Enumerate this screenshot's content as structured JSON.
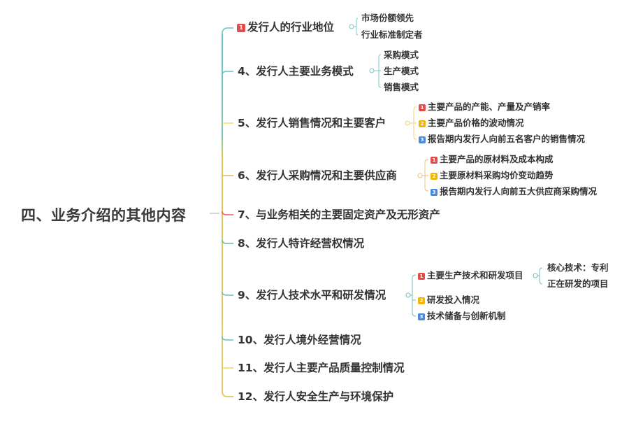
{
  "root": {
    "label": "四、业务介绍的其他内容"
  },
  "colors": {
    "spine_top": "#6cc3c0",
    "spine_bottom": "#e8c75a",
    "badge_1": "#e24c4b",
    "badge_2": "#f4b400",
    "badge_3": "#4a89dc"
  },
  "branches": [
    {
      "label": "发行人的行业地位",
      "badge": "1",
      "children": [
        {
          "label": "市场份额领先"
        },
        {
          "label": "行业标准制定者"
        }
      ]
    },
    {
      "label": "4、发行人主要业务模式",
      "children": [
        {
          "label": "采购模式"
        },
        {
          "label": "生产模式"
        },
        {
          "label": "销售模式"
        }
      ]
    },
    {
      "label": "5、发行人销售情况和主要客户",
      "children": [
        {
          "label": "主要产品的产能、产量及产销率",
          "badge": "1"
        },
        {
          "label": "主要产品价格的波动情况",
          "badge": "2"
        },
        {
          "label": "报告期内发行人向前五名客户的销售情况",
          "badge": "3"
        }
      ]
    },
    {
      "label": "6、发行人采购情况和主要供应商",
      "children": [
        {
          "label": "主要产品的原材料及成本构成",
          "badge": "1"
        },
        {
          "label": "主要原材料采购均价变动趋势",
          "badge": "2"
        },
        {
          "label": "报告期内发行人向前五大供应商采购情况",
          "badge": "3"
        }
      ]
    },
    {
      "label": "7、与业务相关的主要固定资产及无形资产"
    },
    {
      "label": "8、发行人特许经营权情况"
    },
    {
      "label": "9、发行人技术水平和研发情况",
      "children": [
        {
          "label": "主要生产技术和研发项目",
          "badge": "1",
          "children": [
            {
              "label": "核心技术：专利"
            },
            {
              "label": "正在研发的项目"
            }
          ]
        },
        {
          "label": "研发投入情况",
          "badge": "2"
        },
        {
          "label": "技术储备与创新机制",
          "badge": "3"
        }
      ]
    },
    {
      "label": "10、发行人境外经营情况"
    },
    {
      "label": "11、发行人主要产品质量控制情况"
    },
    {
      "label": "12、发行人安全生产与环境保护"
    }
  ]
}
